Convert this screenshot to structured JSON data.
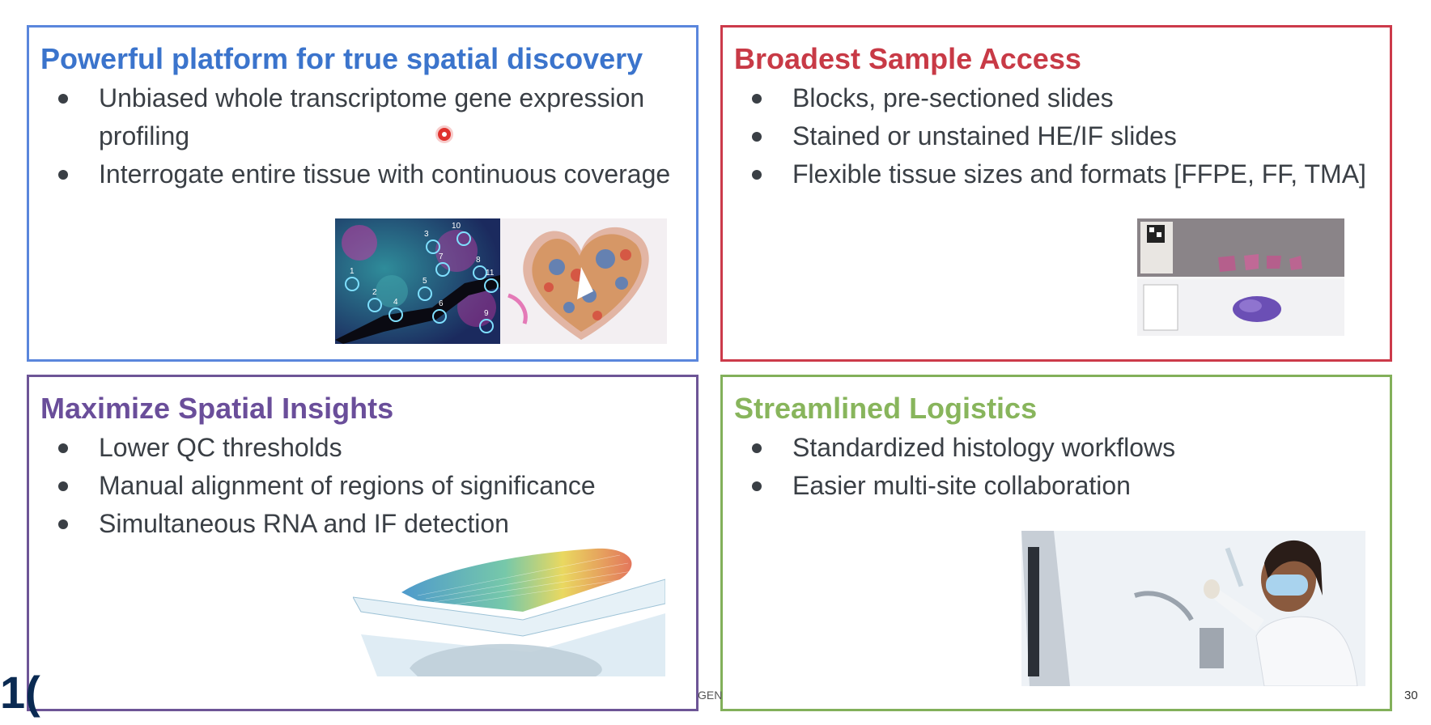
{
  "panels": {
    "discovery": {
      "title": "Powerful platform for true spatial discovery",
      "bullets": [
        "Unbiased whole transcriptome gene expression profiling",
        "Interrogate entire tissue with continuous coverage"
      ],
      "image_labels": [
        "1",
        "2",
        "3",
        "4",
        "5",
        "6",
        "7",
        "8",
        "9",
        "10",
        "11"
      ],
      "colors": {
        "border": "#5a86dc",
        "title": "#3b74cc"
      }
    },
    "access": {
      "title": "Broadest Sample Access",
      "bullets": [
        "Blocks, pre-sectioned slides",
        "Stained or unstained HE/IF slides",
        "Flexible tissue sizes and formats [FFPE, FF, TMA]"
      ],
      "colors": {
        "border": "#cc3a4a",
        "title": "#c83a46"
      }
    },
    "insights": {
      "title": "Maximize Spatial Insights",
      "bullets": [
        "Lower QC thresholds",
        "Manual alignment of regions of significance",
        "Simultaneous RNA and IF detection"
      ],
      "colors": {
        "border": "#6d5596",
        "title": "#6a4e9a"
      }
    },
    "logistics": {
      "title": "Streamlined Logistics",
      "bullets": [
        "Standardized histology workflows",
        "Easier multi-site collaboration"
      ],
      "colors": {
        "border": "#82b05a",
        "title": "#88b55c"
      }
    }
  },
  "footer": {
    "logo_fragment": "1(",
    "center_fragment": "GEN",
    "page_number": "30"
  },
  "icons": [
    "pointer-dot-icon"
  ]
}
